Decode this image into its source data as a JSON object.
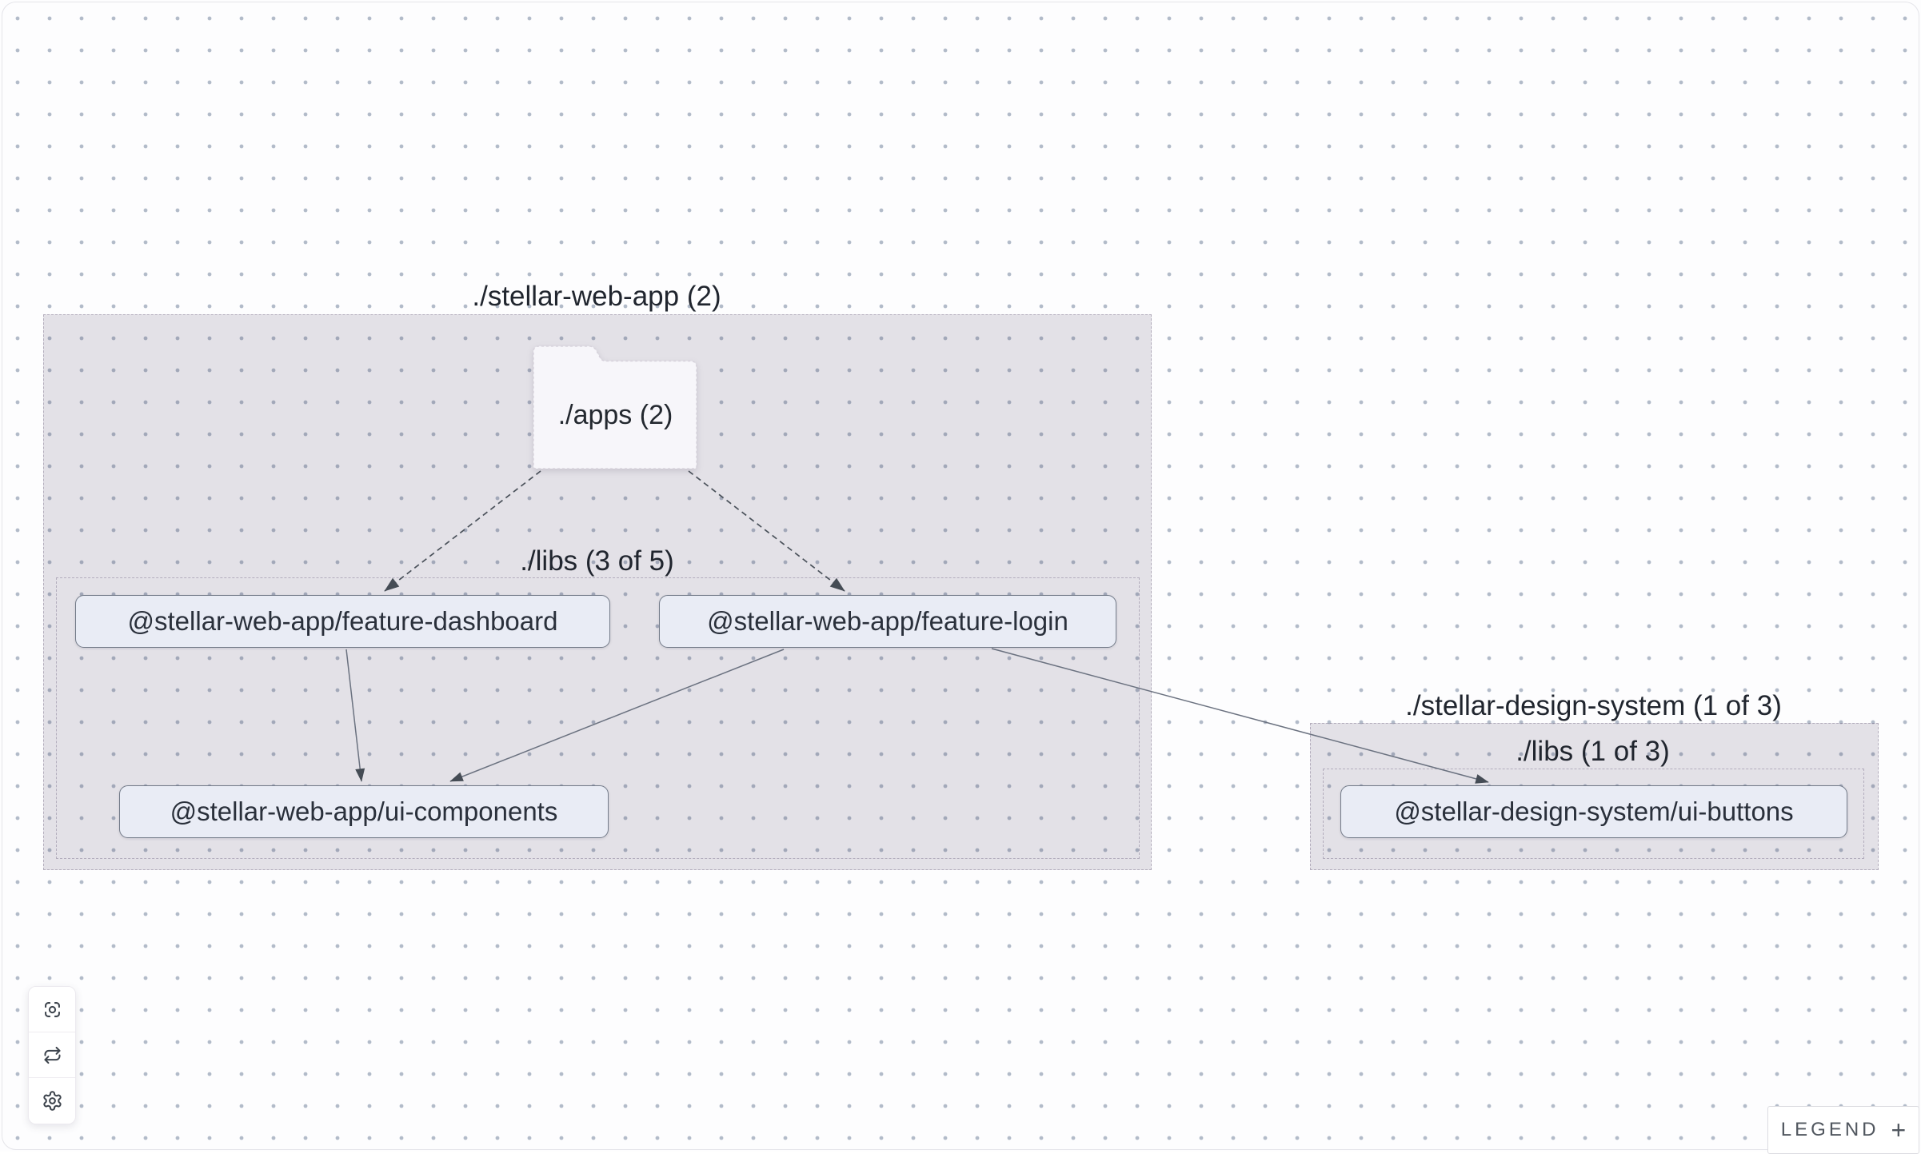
{
  "groups": {
    "web_app": {
      "label": "./stellar-web-app (2)"
    },
    "web_app_libs": {
      "label": "./libs (3 of 5)"
    },
    "design_system": {
      "label": "./stellar-design-system (1 of 3)"
    },
    "design_system_libs": {
      "label": "./libs (1 of 3)"
    }
  },
  "nodes": {
    "apps_folder": {
      "label": "./apps (2)"
    },
    "feature_dashboard": {
      "label": "@stellar-web-app/feature-dashboard"
    },
    "feature_login": {
      "label": "@stellar-web-app/feature-login"
    },
    "ui_components": {
      "label": "@stellar-web-app/ui-components"
    },
    "ui_buttons": {
      "label": "@stellar-design-system/ui-buttons"
    }
  },
  "edges": [
    {
      "from": "./apps",
      "to": "@stellar-web-app/feature-dashboard",
      "style": "dashed"
    },
    {
      "from": "./apps",
      "to": "@stellar-web-app/feature-login",
      "style": "dashed"
    },
    {
      "from": "@stellar-web-app/feature-dashboard",
      "to": "@stellar-web-app/ui-components",
      "style": "solid"
    },
    {
      "from": "@stellar-web-app/feature-login",
      "to": "@stellar-web-app/ui-components",
      "style": "solid"
    },
    {
      "from": "@stellar-web-app/feature-login",
      "to": "@stellar-design-system/ui-buttons",
      "style": "solid"
    }
  ],
  "toolbar": {
    "buttons": [
      {
        "icon": "focus"
      },
      {
        "icon": "refresh"
      },
      {
        "icon": "settings"
      }
    ]
  },
  "legend": {
    "label": "LEGEND",
    "expand_icon": "+"
  },
  "colors": {
    "group_fill": "#e7e4ea",
    "node_fill": "#e9ecf5",
    "node_border": "#737b89",
    "dot_grid": "#b2bbc9"
  }
}
